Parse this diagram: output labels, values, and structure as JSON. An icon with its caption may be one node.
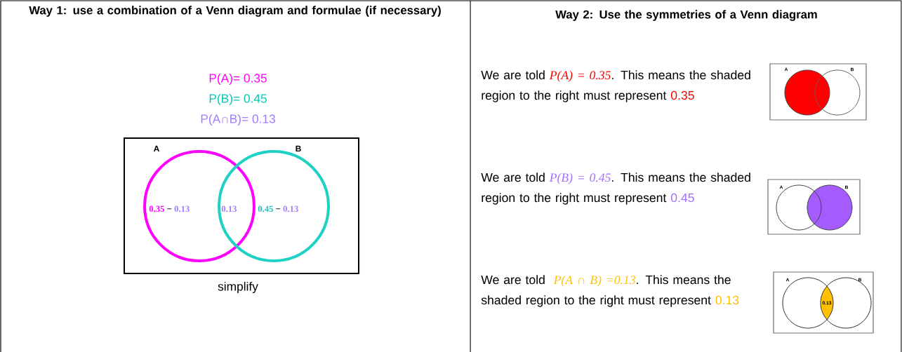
{
  "diagram": {
    "nodes": [
      {
        "text": [],
        "shape": "box"
      },
      {
        "text": [
          "A"
        ],
        "in": 0
      },
      {
        "text": [
          "B"
        ],
        "in": 0
      },
      {
        "text": [],
        "shape": "box"
      },
      {
        "text": [
          "A"
        ],
        "in": 3
      },
      {
        "text": [
          "B"
        ],
        "in": 3
      },
      {
        "text": [],
        "shape": "box"
      },
      {
        "text": [
          "A"
        ],
        "in": 6
      },
      {
        "text": [
          "B"
        ],
        "in": 6
      },
      {
        "text": [],
        "shape": "box"
      },
      {
        "text": [
          "A"
        ],
        "in": 9
      },
      {
        "text": [
          "B"
        ],
        "in": 9
      },
      {
        "text": [
          "0.13"
        ],
        "in": 9
      }
    ],
    "labels": [
      "Way 1: use a combination of a Venn diagram and formulae (if necessary)",
      "Way 2: Use the symmetries of a Venn diagram",
      "P(A)= 0.35",
      "P(B)= 0.45",
      "P(A∩B)= 0.13",
      "0.35",
      "−",
      "0.13",
      "0.13",
      "0.45",
      "−",
      "0.13",
      "simplify",
      "We are told",
      "P(A) = 0.35",
      ". This means the shaded region to the right must represent",
      "0.35",
      "We are told",
      "P(B) = 0.45",
      ". This means the shaded region to the right must represent",
      "0.45",
      "We are told",
      "P(A ∩ B) =0.13",
      ". This means the shaded region to the right must represent",
      "0.13"
    ]
  }
}
